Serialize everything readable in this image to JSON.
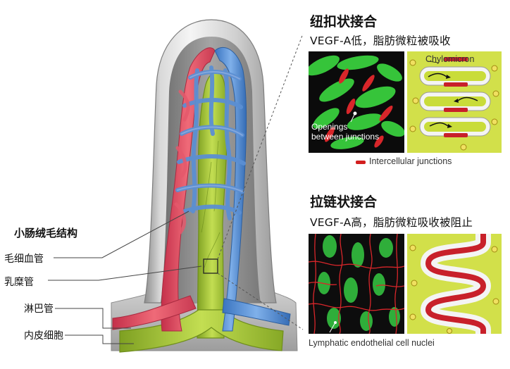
{
  "diagram": {
    "villus_title": "小肠绒毛结构",
    "labels": {
      "capillary": "毛细血管",
      "lacteal": "乳糜管",
      "lymphatic": "淋巴管",
      "endothelial": "内皮细胞"
    }
  },
  "panel_button": {
    "title": "纽扣状接合",
    "subtitle": "VEGF-A低，脂肪微粒被吸收",
    "openings_label_line1": "Openings",
    "openings_label_line2": "between junctions",
    "chylomicron_label": "Chylomicron",
    "legend_label": "Intercellular junctions"
  },
  "panel_zipper": {
    "title": "拉链状接合",
    "subtitle": "VEGF-A高，脂肪微粒吸收被阻止",
    "caption": "Lymphatic endothelial cell nuclei"
  },
  "colors": {
    "vessel_red": "#e2475a",
    "vessel_blue": "#4a86cf",
    "lacteal_green": "#a8c83a",
    "junction_red": "#d21f1f",
    "panel_green": "#c8db3a"
  }
}
